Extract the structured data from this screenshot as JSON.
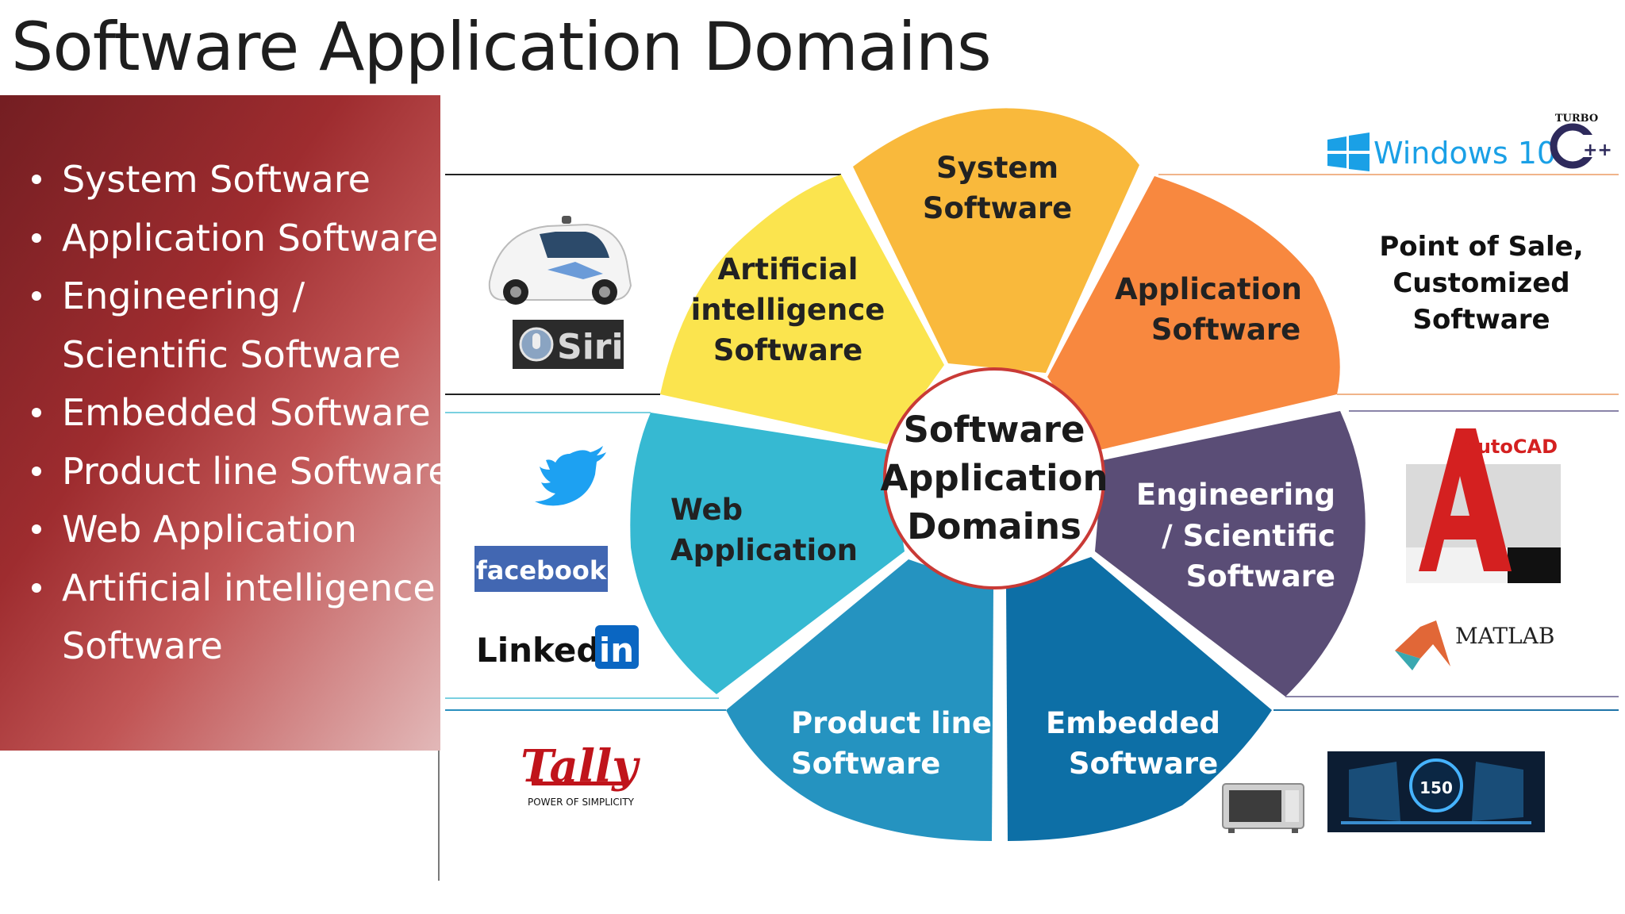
{
  "title": "Software Application Domains",
  "bullets": [
    "System Software",
    "Application Software",
    "Engineering  /",
    "Scientific Software",
    "Embedded Software",
    "Product line Software",
    "Web Application",
    "Artificial intelligence",
    "Software"
  ],
  "center": [
    "Software",
    "Application",
    "Domains"
  ],
  "segments": {
    "system": [
      "System",
      "Software"
    ],
    "application": [
      "Application",
      "Software"
    ],
    "engineering": [
      "Engineering",
      "/ Scientific",
      "Software"
    ],
    "embedded": [
      "Embedded",
      "Software"
    ],
    "product_line": [
      "Product line",
      "Software"
    ],
    "web": [
      "Web",
      "Application"
    ],
    "ai": [
      "Artificial",
      "intelligence",
      "Software"
    ]
  },
  "colors": {
    "system": "#f9b93c",
    "application": "#f8883f",
    "engineering": "#5a4d76",
    "embedded": "#0d6fa6",
    "product_line": "#2593c0",
    "web": "#36b9d2",
    "ai": "#fbe44e",
    "left_panel": "#9e2c2f"
  },
  "side_text": [
    "Point of Sale,",
    "Customized",
    "Software"
  ],
  "logos": {
    "windows": "Windows 10",
    "turbo_top": "TURBO",
    "turbo_mark": "C++",
    "siri": "Siri",
    "facebook": "facebook",
    "linkedin_word": "Linked",
    "linkedin_in": "in",
    "autocad": "AutoCAD",
    "matlab": "MATLAB",
    "tally": "Tally",
    "tally_tagline": "POWER OF SIMPLICITY",
    "dashboard_speed": "150"
  },
  "icons": {
    "self_driving_car": "car-image",
    "twitter": "twitter-bird-icon",
    "microwave": "microwave-image",
    "dashboard": "car-dashboard-image",
    "matlab": "matlab-logo-icon"
  }
}
